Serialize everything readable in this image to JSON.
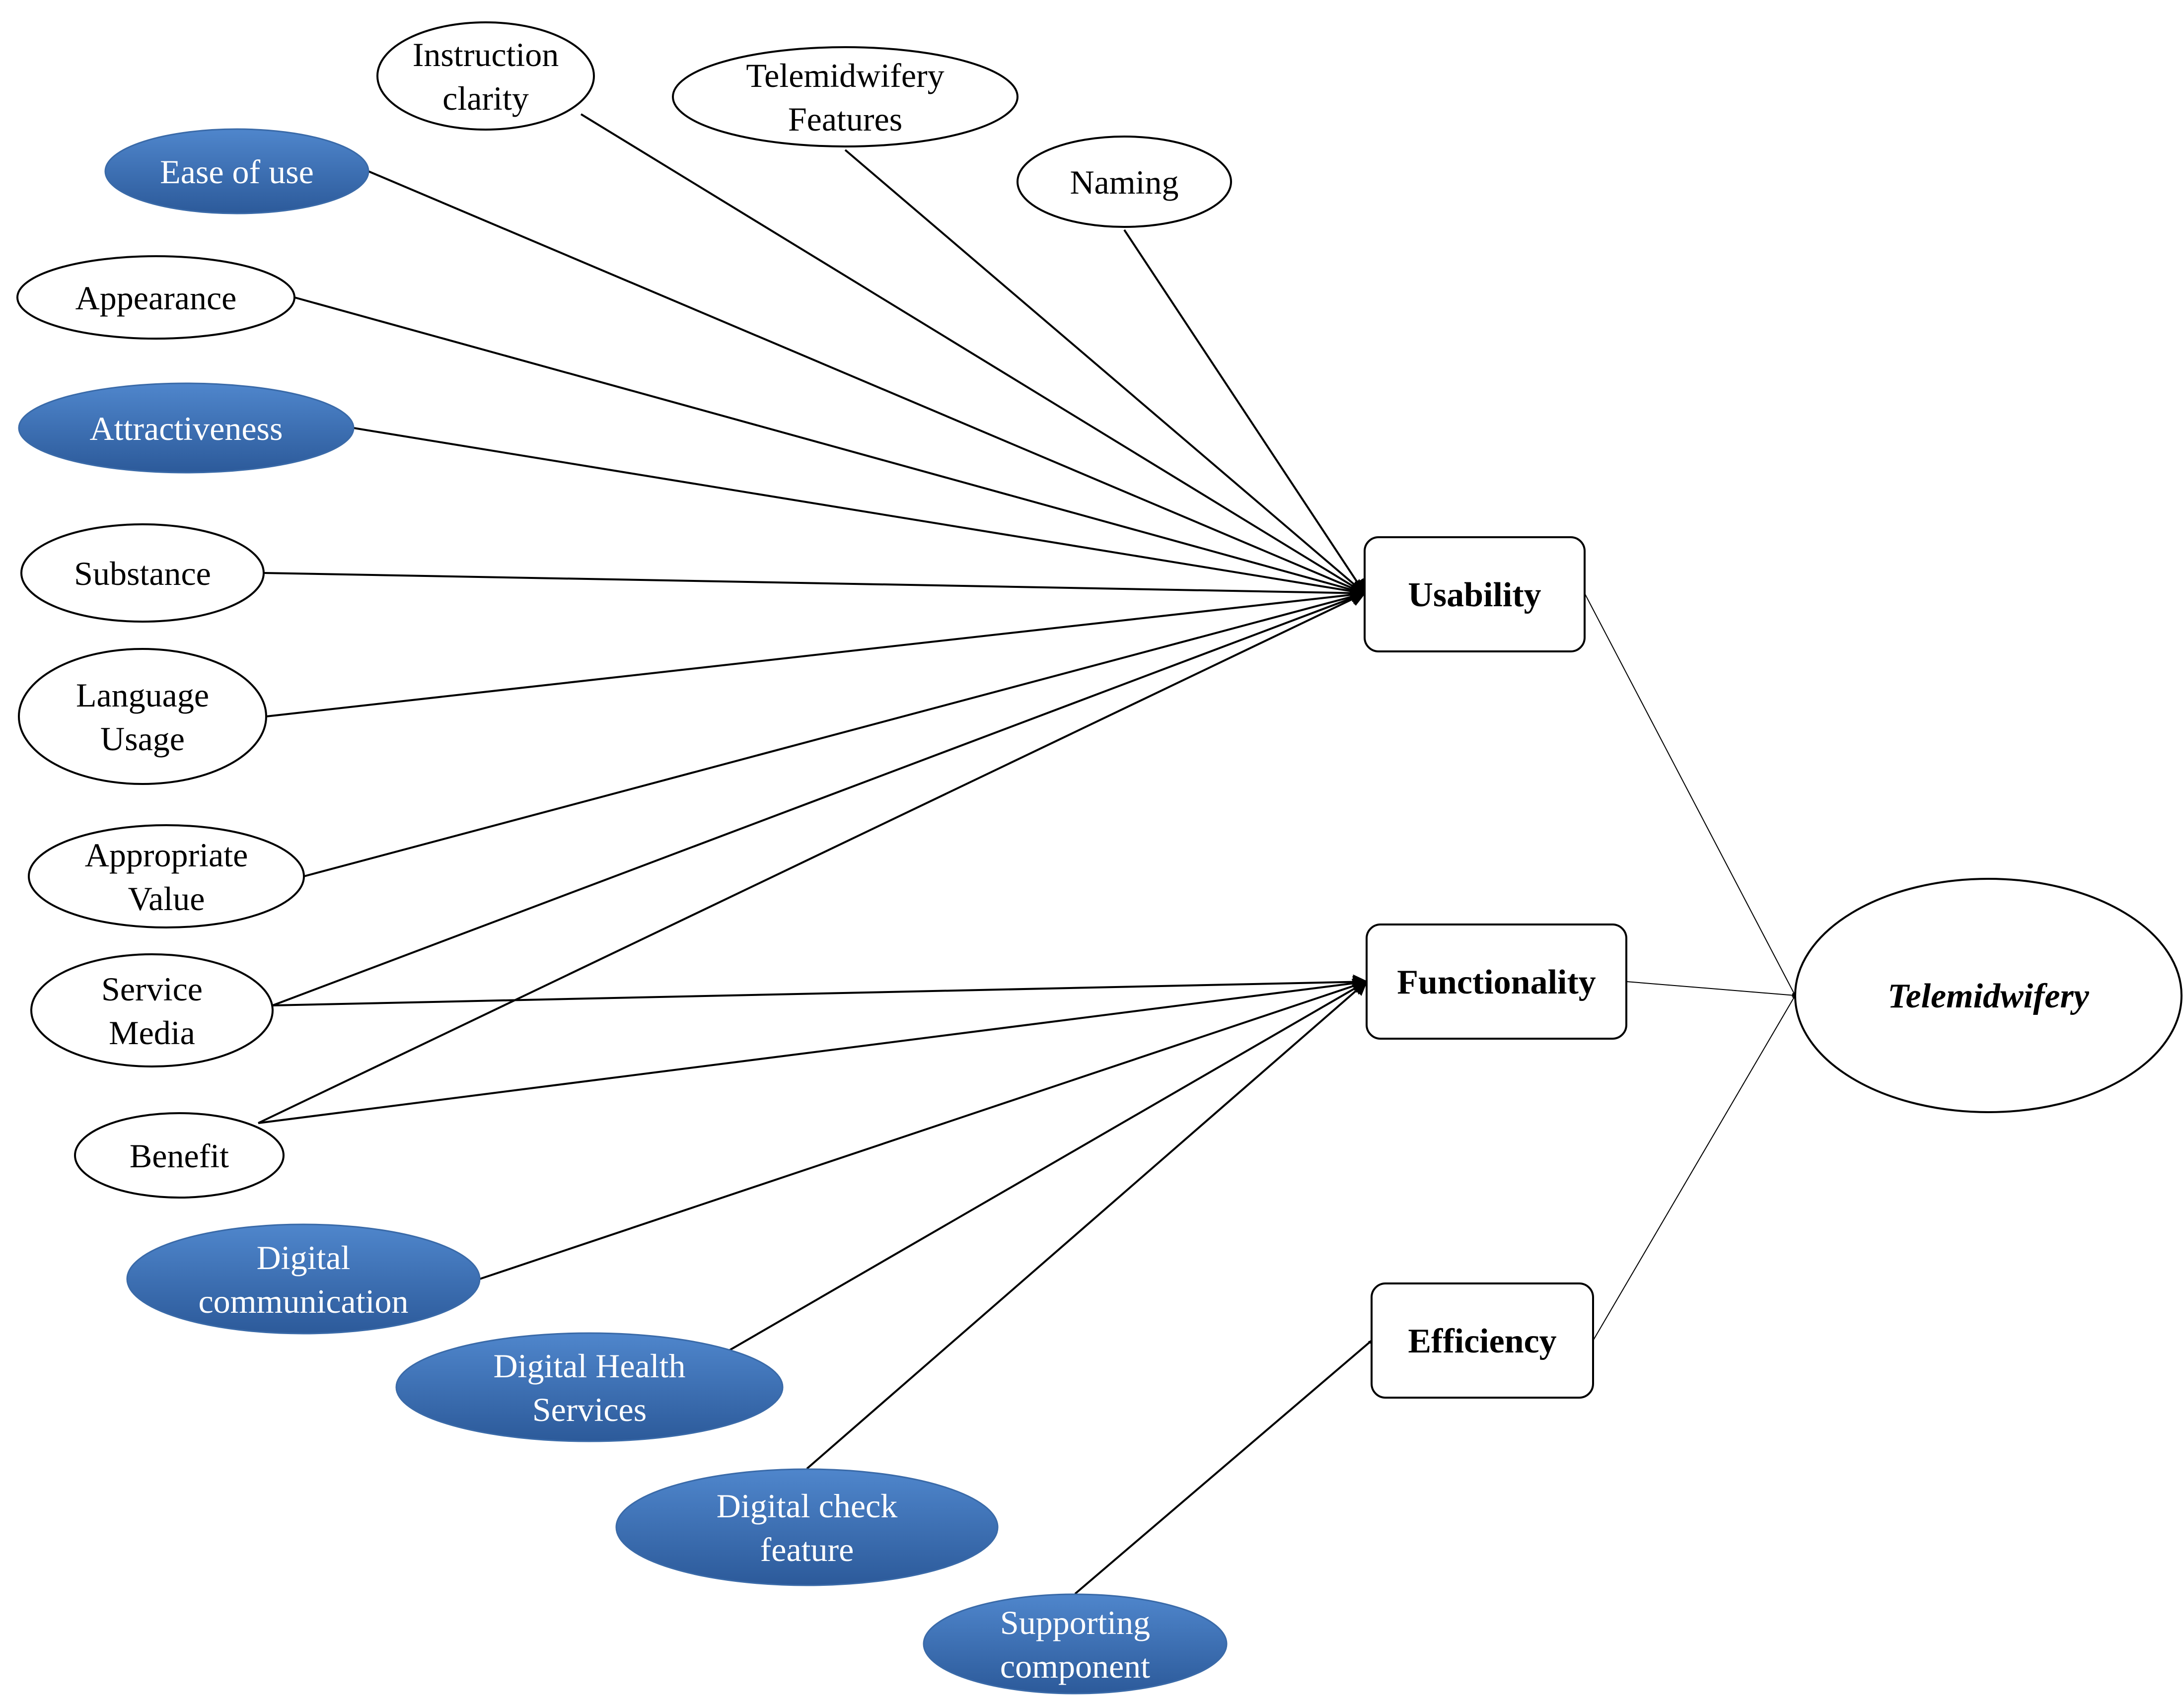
{
  "diagram": {
    "root": {
      "id": "telemidwifery",
      "label": [
        "Telemidwifery"
      ]
    },
    "categories": [
      {
        "id": "usability",
        "label": [
          "Usability"
        ]
      },
      {
        "id": "functionality",
        "label": [
          "Functionality"
        ]
      },
      {
        "id": "efficiency",
        "label": [
          "Efficiency"
        ]
      }
    ],
    "factors": [
      {
        "id": "instruction-clarity",
        "label": [
          "Instruction",
          "clarity"
        ],
        "highlight": false,
        "targets": [
          "usability"
        ]
      },
      {
        "id": "telemidwifery-features",
        "label": [
          "Telemidwifery",
          "Features"
        ],
        "highlight": false,
        "targets": [
          "usability"
        ]
      },
      {
        "id": "naming",
        "label": [
          "Naming"
        ],
        "highlight": false,
        "targets": [
          "usability"
        ]
      },
      {
        "id": "ease-of-use",
        "label": [
          "Ease of use"
        ],
        "highlight": true,
        "targets": [
          "usability"
        ]
      },
      {
        "id": "appearance",
        "label": [
          "Appearance"
        ],
        "highlight": false,
        "targets": [
          "usability"
        ]
      },
      {
        "id": "attractiveness",
        "label": [
          "Attractiveness"
        ],
        "highlight": true,
        "targets": [
          "usability"
        ]
      },
      {
        "id": "substance",
        "label": [
          "Substance"
        ],
        "highlight": false,
        "targets": [
          "usability"
        ]
      },
      {
        "id": "language-usage",
        "label": [
          "Language",
          "Usage"
        ],
        "highlight": false,
        "targets": [
          "usability"
        ]
      },
      {
        "id": "appropriate-value",
        "label": [
          "Appropriate",
          "Value"
        ],
        "highlight": false,
        "targets": [
          "usability"
        ]
      },
      {
        "id": "service-media",
        "label": [
          "Service",
          "Media"
        ],
        "highlight": false,
        "targets": [
          "usability",
          "functionality"
        ]
      },
      {
        "id": "benefit",
        "label": [
          "Benefit"
        ],
        "highlight": false,
        "targets": [
          "usability",
          "functionality"
        ]
      },
      {
        "id": "digital-communication",
        "label": [
          "Digital",
          "communication"
        ],
        "highlight": true,
        "targets": [
          "functionality"
        ]
      },
      {
        "id": "digital-health-services",
        "label": [
          "Digital Health",
          "Services"
        ],
        "highlight": true,
        "targets": [
          "functionality"
        ]
      },
      {
        "id": "digital-check-feature",
        "label": [
          "Digital check",
          "feature"
        ],
        "highlight": true,
        "targets": [
          "functionality"
        ]
      },
      {
        "id": "supporting-component",
        "label": [
          "Supporting",
          "component"
        ],
        "highlight": true,
        "targets": [
          "efficiency"
        ]
      }
    ]
  },
  "colors": {
    "highlight_fill_top": "#4f86cc",
    "highlight_fill_bottom": "#2c5a9a",
    "highlight_text": "#ffffff",
    "plain_fill": "#ffffff",
    "stroke": "#000000"
  }
}
